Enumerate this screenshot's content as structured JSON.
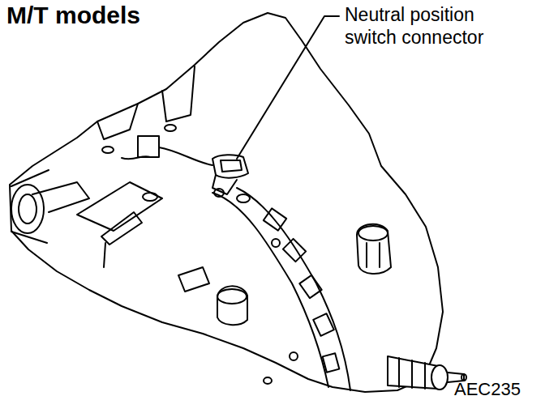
{
  "diagram": {
    "title": "M/T models",
    "labels": [
      "Neutral position switch connector",
      "AEC235"
    ]
  }
}
